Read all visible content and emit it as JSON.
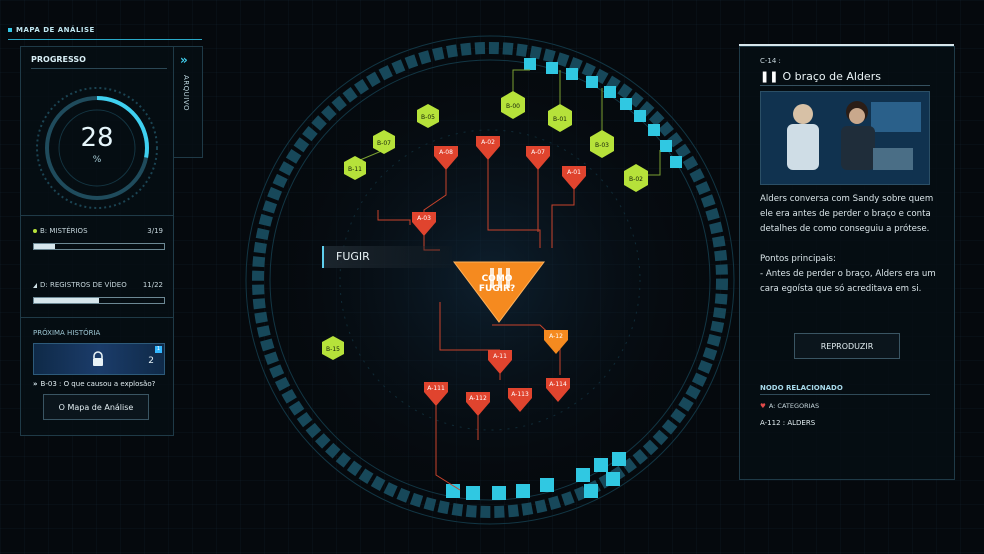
{
  "header": {
    "title": "MAPA DE ANÁLISE"
  },
  "progress": {
    "title": "PROGRESSO",
    "value": "28",
    "unit": "%",
    "fraction": 0.28
  },
  "side_tab": {
    "label": "ARQUIVO"
  },
  "stats": [
    {
      "label": "B: MISTÉRIOS",
      "count": "3/19",
      "fraction": 0.16
    },
    {
      "label": "D: REGISTROS DE VÍDEO",
      "count": "11/22",
      "fraction": 0.5
    }
  ],
  "next_story": {
    "title": "PRÓXIMA HISTÓRIA",
    "count": "2",
    "badge": "1",
    "description": "B-03 : O que causou a explosão?"
  },
  "map_button_label": "O Mapa de Análise",
  "map": {
    "fugir_label": "FUGIR",
    "center_label": "COMO FUGIR?",
    "green_nodes": [
      "B-00",
      "B-05",
      "B-07",
      "B-11",
      "B-01",
      "B-03",
      "B-02",
      "B-15"
    ],
    "red_nodes": [
      "A-08",
      "A-02",
      "A-07",
      "A-01",
      "A-03",
      "A-12",
      "A-11",
      "A-111",
      "A-112",
      "A-113",
      "A-114"
    ]
  },
  "detail": {
    "code": "C-14 :",
    "title": "O braço de Alders",
    "body": "Alders conversa com Sandy sobre quem ele era antes de perder o braço e conta detalhes de como conseguiu a prótese.\n\nPontos principais:\n- Antes de perder o braço, Alders era um cara egoísta que só acreditava em si.",
    "play_label": "REPRODUZIR",
    "related_title": "NODO RELACIONADO",
    "related_category": "A: CATEGORIAS",
    "related_item": "A-112 : ALDERS"
  },
  "colors": {
    "accent": "#34c6e6",
    "green": "#b6e23a",
    "red": "#e0442e",
    "orange": "#f58a1f"
  }
}
